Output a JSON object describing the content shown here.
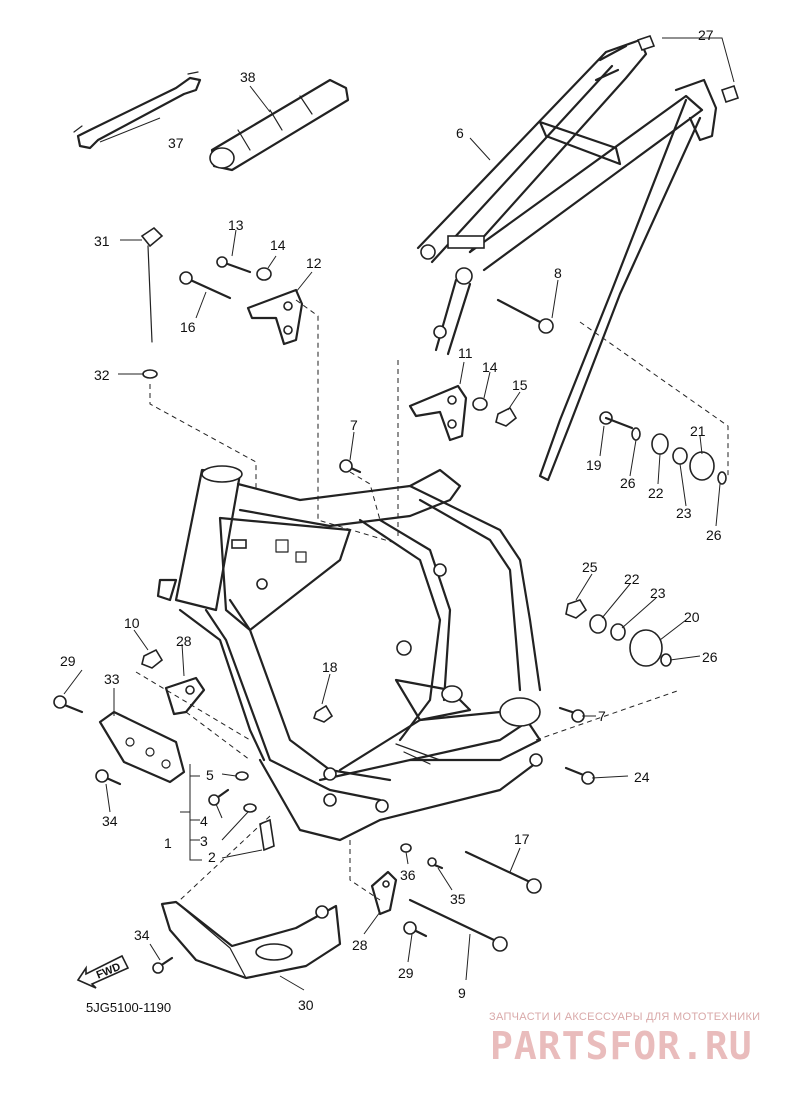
{
  "diagram_code": "5JG5100-1190",
  "fwd_label": "FWD",
  "watermark": {
    "line1": "ЗАПЧАСТИ И АКСЕССУАРЫ ДЛЯ МОТОТЕХНИКИ",
    "line2": "PARTSFOR.RU"
  },
  "part_labels": [
    "1",
    "2",
    "3",
    "4",
    "5",
    "6",
    "7",
    "7",
    "8",
    "9",
    "10",
    "11",
    "12",
    "13",
    "14",
    "14",
    "15",
    "16",
    "17",
    "18",
    "19",
    "20",
    "21",
    "22",
    "22",
    "23",
    "23",
    "24",
    "25",
    "26",
    "26",
    "26",
    "27",
    "28",
    "28",
    "29",
    "29",
    "30",
    "31",
    "32",
    "33",
    "34",
    "34",
    "35",
    "36",
    "37",
    "38"
  ]
}
